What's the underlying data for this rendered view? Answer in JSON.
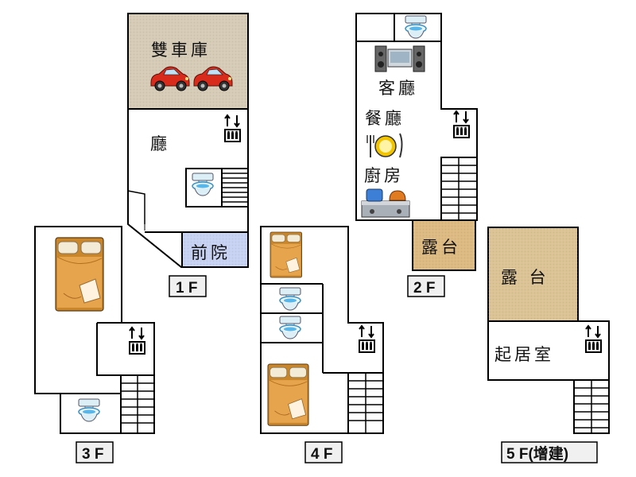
{
  "floors": [
    {
      "label": "1 F",
      "rooms": {
        "garage": "雙車庫",
        "hall": "廳",
        "front_yard": "前院"
      }
    },
    {
      "label": "2 F",
      "rooms": {
        "living": "客廳",
        "dining": "餐廳",
        "kitchen": "廚房",
        "terrace": "露台"
      }
    },
    {
      "label": "3 F"
    },
    {
      "label": "4 F"
    },
    {
      "label": "5 F(增建)",
      "rooms": {
        "terrace": "露  台",
        "family_room": "起居室"
      }
    }
  ],
  "colors": {
    "garage": "#d6cbb6",
    "terrace_2f": "#dcba82",
    "terrace_5f": "#dbc395",
    "front_yard": "#c7d2f2",
    "wall": "#000000"
  },
  "icons": [
    "car-icon",
    "elevator-icon",
    "toilet-icon",
    "bed-icon",
    "stereo-icon",
    "dining-icon",
    "stove-icon",
    "stairs-icon"
  ]
}
